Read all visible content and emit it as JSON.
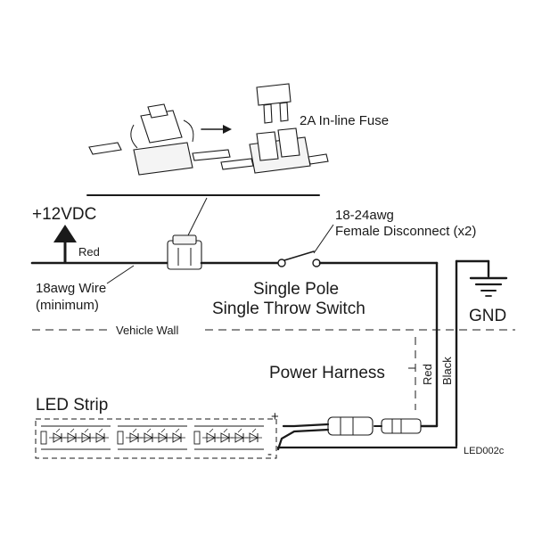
{
  "labels": {
    "fuse": "2A In-line Fuse",
    "supply": "+12VDC",
    "red_top": "Red",
    "wire_gauge_line1": "18awg Wire",
    "wire_gauge_line2": "(minimum)",
    "disconnect_line1": "18-24awg",
    "disconnect_line2": "Female Disconnect (x2)",
    "switch_line1": "Single Pole",
    "switch_line2": "Single Throw Switch",
    "ground": "GND",
    "vehicle_wall": "Vehicle Wall",
    "harness": "Power Harness",
    "red_vertical": "Red",
    "black_vertical": "Black",
    "led_strip": "LED Strip",
    "plus": "+",
    "minus": "-",
    "code": "LED002c"
  },
  "led_groups": [
    {
      "name": "group-1",
      "leds": 4
    },
    {
      "name": "group-2",
      "leds": 4
    },
    {
      "name": "group-3",
      "leds": 4
    }
  ]
}
